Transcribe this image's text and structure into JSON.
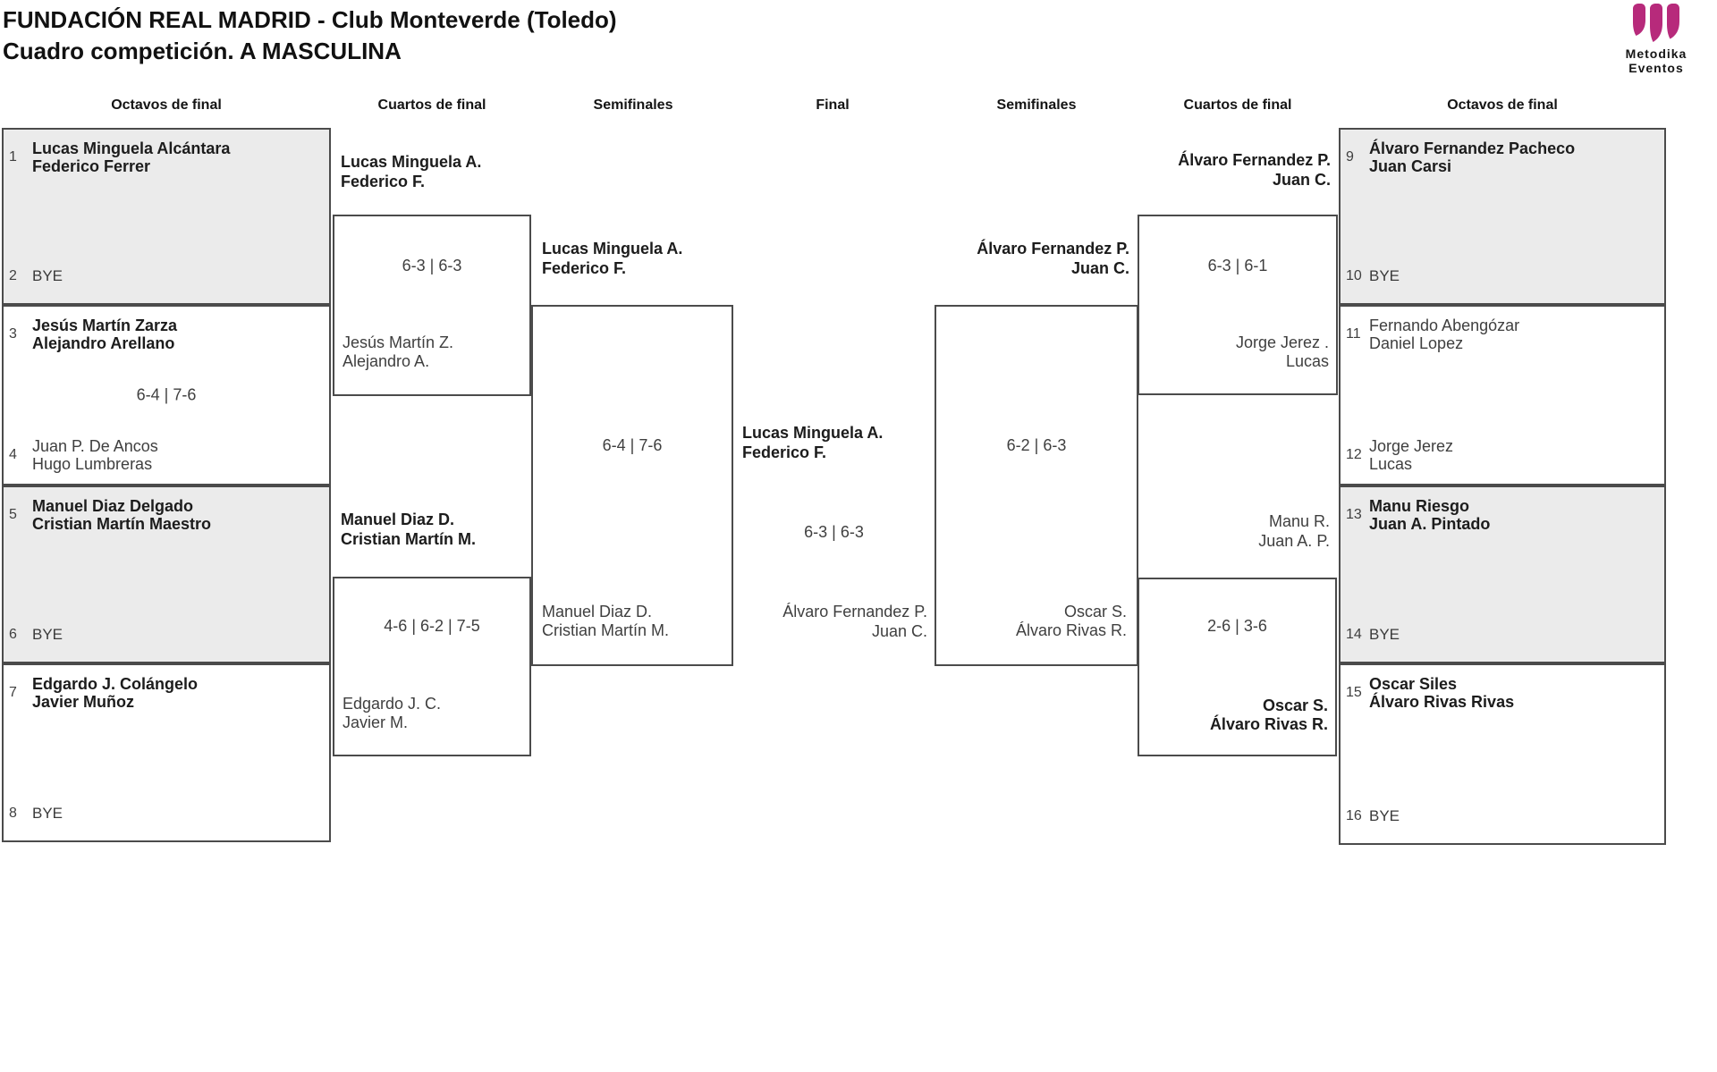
{
  "title": {
    "line1": "FUNDACIÓN REAL MADRID - Club Monteverde (Toledo)",
    "line2": "Cuadro competición. A MASCULINA"
  },
  "logo": {
    "brand_line1": "Metodika",
    "brand_line2": "Eventos"
  },
  "colors": {
    "accent": "#b72a7b",
    "box_fill": "#ebebeb",
    "line": "#4b4b4b"
  },
  "round_headers": {
    "r16_left": "Octavos de final",
    "qf_left": "Cuartos de final",
    "sf_left": "Semifinales",
    "final": "Final",
    "sf_right": "Semifinales",
    "qf_right": "Cuartos de final",
    "r16_right": "Octavos de final"
  },
  "r16_left": [
    {
      "seed_top": "1",
      "top1": "Lucas Minguela Alcántara",
      "top2": "Federico Ferrer",
      "seed_bottom": "2",
      "bottom1": "BYE",
      "score": ""
    },
    {
      "seed_top": "3",
      "top1": "Jesús Martín Zarza",
      "top2": "Alejandro Arellano",
      "seed_bottom": "4",
      "bottom1": "Juan P. De Ancos",
      "bottom2": "Hugo Lumbreras",
      "score": "6-4 | 7-6"
    },
    {
      "seed_top": "5",
      "top1": "Manuel Diaz Delgado",
      "top2": "Cristian Martín Maestro",
      "seed_bottom": "6",
      "bottom1": "BYE",
      "score": ""
    },
    {
      "seed_top": "7",
      "top1": "Edgardo J. Colángelo",
      "top2": "Javier Muñoz",
      "seed_bottom": "8",
      "bottom1": "BYE",
      "score": ""
    }
  ],
  "r16_right": [
    {
      "seed_top": "9",
      "top1": "Álvaro Fernandez Pacheco",
      "top2": "Juan Carsi",
      "seed_bottom": "10",
      "bottom1": "BYE",
      "score": ""
    },
    {
      "seed_top": "11",
      "top1": "Fernando Abengózar",
      "top2": "Daniel Lopez",
      "seed_bottom": "12",
      "bottom1": "Jorge Jerez",
      "bottom2": "Lucas",
      "score": ""
    },
    {
      "seed_top": "13",
      "top1": "Manu Riesgo",
      "top2": "Juan A. Pintado",
      "seed_bottom": "14",
      "bottom1": "BYE",
      "score": ""
    },
    {
      "seed_top": "15",
      "top1": "Oscar Siles",
      "top2": "Álvaro Rivas Rivas",
      "seed_bottom": "16",
      "bottom1": "BYE",
      "score": ""
    }
  ],
  "qf_left": [
    {
      "winner1": "Lucas Minguela A.",
      "winner2": "Federico F.",
      "score": "6-3 | 6-3",
      "loser1": "Jesús Martín Z.",
      "loser2": "Alejandro A."
    },
    {
      "winner1": "Manuel Diaz D.",
      "winner2": "Cristian Martín M.",
      "score": "4-6 | 6-2 | 7-5",
      "loser1": "Edgardo J. C.",
      "loser2": "Javier M."
    }
  ],
  "qf_right": [
    {
      "winner1": "Álvaro Fernandez P.",
      "winner2": "Juan C.",
      "score": "6-3 | 6-1",
      "loser1": "Jorge Jerez .",
      "loser2": "Lucas"
    },
    {
      "loser_above1": "Manu R.",
      "loser_above2": "Juan A. P.",
      "score": "2-6 | 3-6",
      "winner_in1": "Oscar S.",
      "winner_in2": "Álvaro Rivas R."
    }
  ],
  "sf_left": {
    "winner1": "Lucas Minguela A.",
    "winner2": "Federico F.",
    "score": "6-4 | 7-6",
    "loser1": "Manuel Diaz D.",
    "loser2": "Cristian Martín M."
  },
  "sf_right": {
    "winner1": "Álvaro Fernandez P.",
    "winner2": "Juan C.",
    "score": "6-2 | 6-3",
    "loser1": "Oscar S.",
    "loser2": "Álvaro Rivas R."
  },
  "final": {
    "winner1": "Lucas Minguela A.",
    "winner2": "Federico F.",
    "score": "6-3 | 6-3",
    "loser1": "Álvaro Fernandez P.",
    "loser2": "Juan C."
  }
}
